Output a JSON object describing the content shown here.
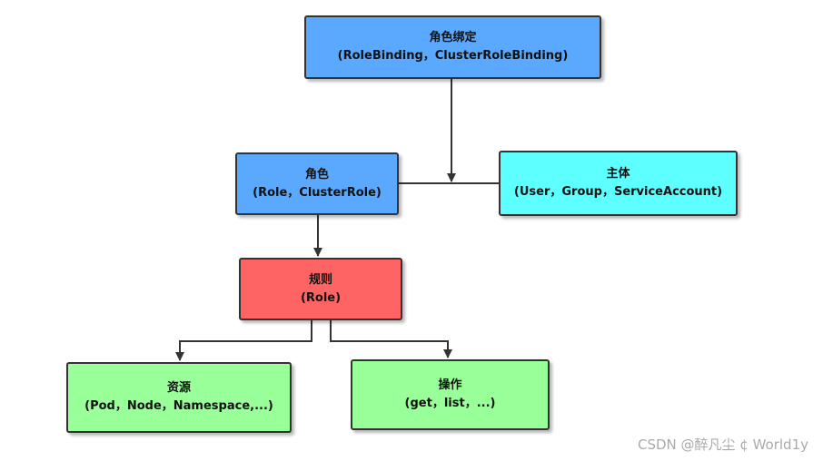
{
  "colors": {
    "role_binding": "#5aa9ff",
    "role": "#5aa9ff",
    "subject": "#5effff",
    "rule": "#ff6464",
    "resource": "#99ff99",
    "operation": "#99ff99",
    "connector": "#333333"
  },
  "nodes": {
    "role_binding": {
      "title": "角色绑定",
      "subtitle": "(RoleBinding，ClusterRoleBinding)"
    },
    "role": {
      "title": "角色",
      "subtitle": "(Role，ClusterRole)"
    },
    "subject": {
      "title": "主体",
      "subtitle": "(User，Group，ServiceAccount)"
    },
    "rule": {
      "title": "规则",
      "subtitle": "(Role)"
    },
    "resource": {
      "title": "资源",
      "subtitle": "(Pod，Node，Namespace,...)"
    },
    "operation": {
      "title": "操作",
      "subtitle": "(get，list，...)"
    }
  },
  "watermark": "CSDN @醉凡尘 ¢ World1y"
}
